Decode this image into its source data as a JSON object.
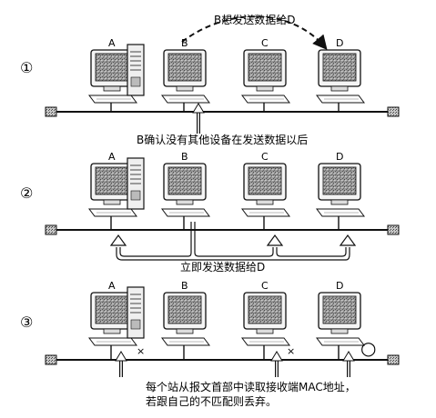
{
  "panels": [
    {
      "step_marker": "①",
      "computers": [
        "A",
        "B",
        "C",
        "D"
      ],
      "top_caption": "B想发送数据给D",
      "bottom_caption": "B确认没有其他设备在发送数据以后"
    },
    {
      "step_marker": "②",
      "computers": [
        "A",
        "B",
        "C",
        "D"
      ],
      "bottom_caption": "立即发送数据给D"
    },
    {
      "step_marker": "③",
      "computers": [
        "A",
        "B",
        "C",
        "D"
      ],
      "discard_marks": [
        "×",
        "×"
      ],
      "accept_mark": "○",
      "bottom_caption_line1": "每个站从报文首部中读取接收端MAC地址，",
      "bottom_caption_line2": "若跟自己的不匹配则丢弃。"
    }
  ],
  "colors": {
    "line": "#111111",
    "screen_noise": "#8a8a8a",
    "terminator": "#6b6b6b",
    "background": "#ffffff"
  }
}
